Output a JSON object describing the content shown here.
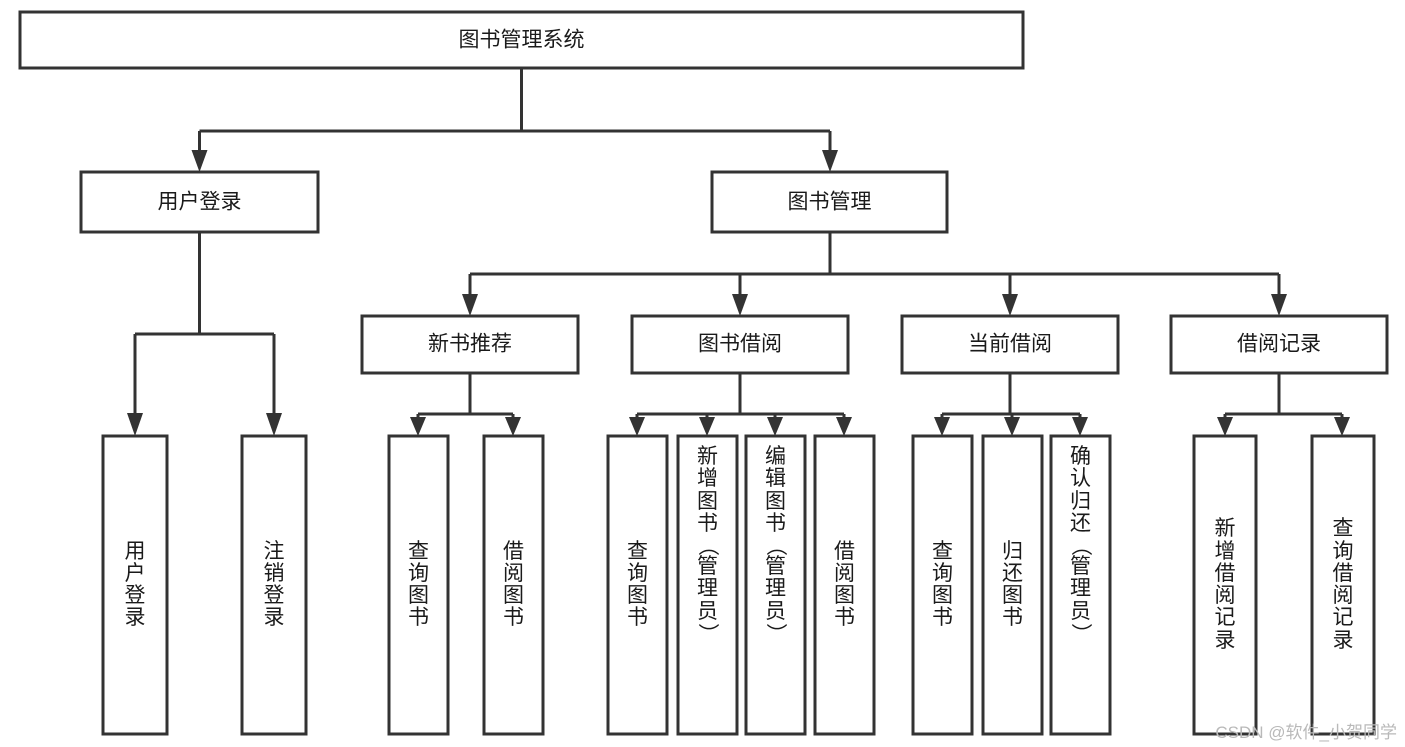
{
  "diagram": {
    "title": "图书管理系统",
    "type": "hierarchy-tree",
    "watermark": "CSDN @软件_小贺同学",
    "colors": {
      "stroke": "#333333",
      "fill": "#ffffff",
      "text": "#1a1a1a",
      "watermark": "#b9b9b9"
    },
    "root": {
      "id": "root",
      "label": "图书管理系统"
    },
    "level2": [
      {
        "id": "user-login",
        "label": "用户登录"
      },
      {
        "id": "book-manage",
        "label": "图书管理"
      }
    ],
    "level3": [
      {
        "id": "new-book-recommend",
        "label": "新书推荐",
        "parent": "book-manage"
      },
      {
        "id": "book-borrow",
        "label": "图书借阅",
        "parent": "book-manage"
      },
      {
        "id": "current-borrow",
        "label": "当前借阅",
        "parent": "book-manage"
      },
      {
        "id": "borrow-record",
        "label": "借阅记录",
        "parent": "book-manage"
      }
    ],
    "leaves": [
      {
        "id": "leaf-user-login",
        "parent": "user-login",
        "label": "用户登录"
      },
      {
        "id": "leaf-user-logout",
        "parent": "user-login",
        "label": "注销登录"
      },
      {
        "id": "leaf-query-book-1",
        "parent": "new-book-recommend",
        "label": "查询图书"
      },
      {
        "id": "leaf-borrow-book-1",
        "parent": "new-book-recommend",
        "label": "借阅图书"
      },
      {
        "id": "leaf-query-book-2",
        "parent": "book-borrow",
        "label": "查询图书"
      },
      {
        "id": "leaf-add-book",
        "parent": "book-borrow",
        "label": "新增图书（管理员）"
      },
      {
        "id": "leaf-edit-book",
        "parent": "book-borrow",
        "label": "编辑图书（管理员）"
      },
      {
        "id": "leaf-borrow-book-2",
        "parent": "book-borrow",
        "label": "借阅图书"
      },
      {
        "id": "leaf-query-book-3",
        "parent": "current-borrow",
        "label": "查询图书"
      },
      {
        "id": "leaf-return-book",
        "parent": "current-borrow",
        "label": "归还图书"
      },
      {
        "id": "leaf-confirm-return",
        "parent": "current-borrow",
        "label": "确认归还（管理员）"
      },
      {
        "id": "leaf-add-record",
        "parent": "borrow-record",
        "label": "新增借阅记录"
      },
      {
        "id": "leaf-query-record",
        "parent": "borrow-record",
        "label": "查询借阅记录"
      }
    ]
  }
}
